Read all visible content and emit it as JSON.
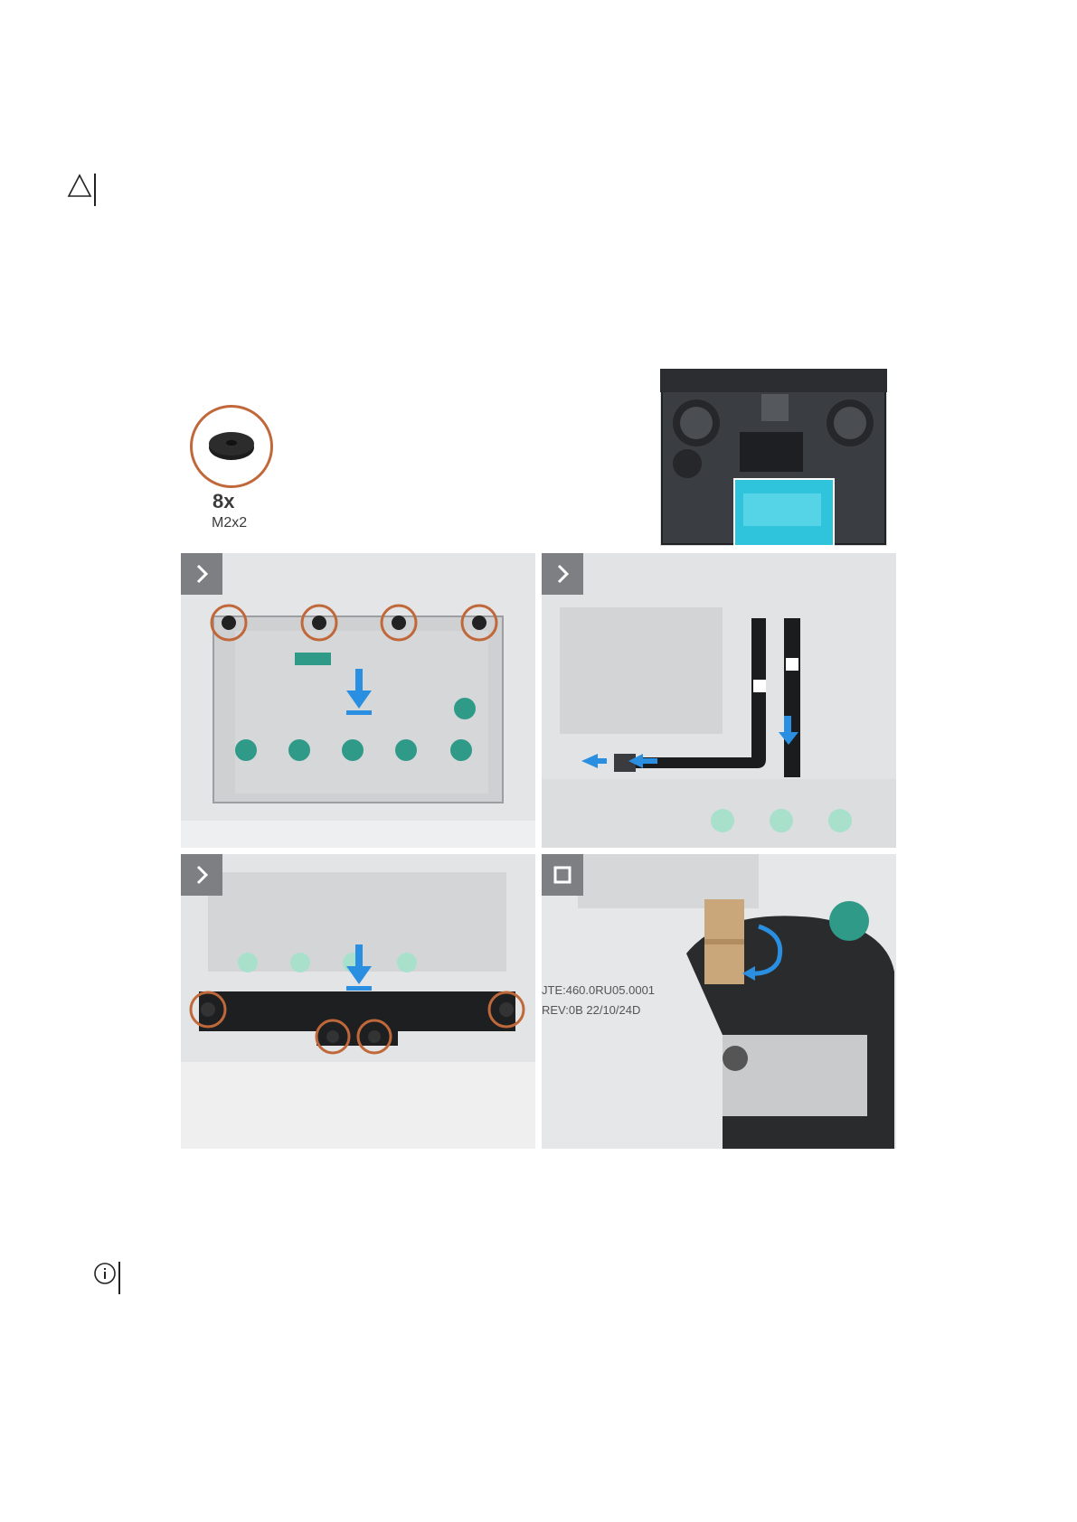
{
  "screws": {
    "count_label": "8x",
    "size_label": "M2x2"
  },
  "panel4": {
    "label_line1": "JTE:460.0RU05.0001",
    "label_line2": "REV:0B   22/10/24D"
  },
  "colors": {
    "highlight": "#2fc3dc",
    "arrow": "#2a8fe0",
    "screw_ring": "#c0683a",
    "dot": "#2f9a88"
  },
  "icons": {
    "caution": "caution-triangle-icon",
    "note": "info-circle-icon",
    "next": "chevron-right-icon",
    "stop": "stop-square-icon"
  }
}
